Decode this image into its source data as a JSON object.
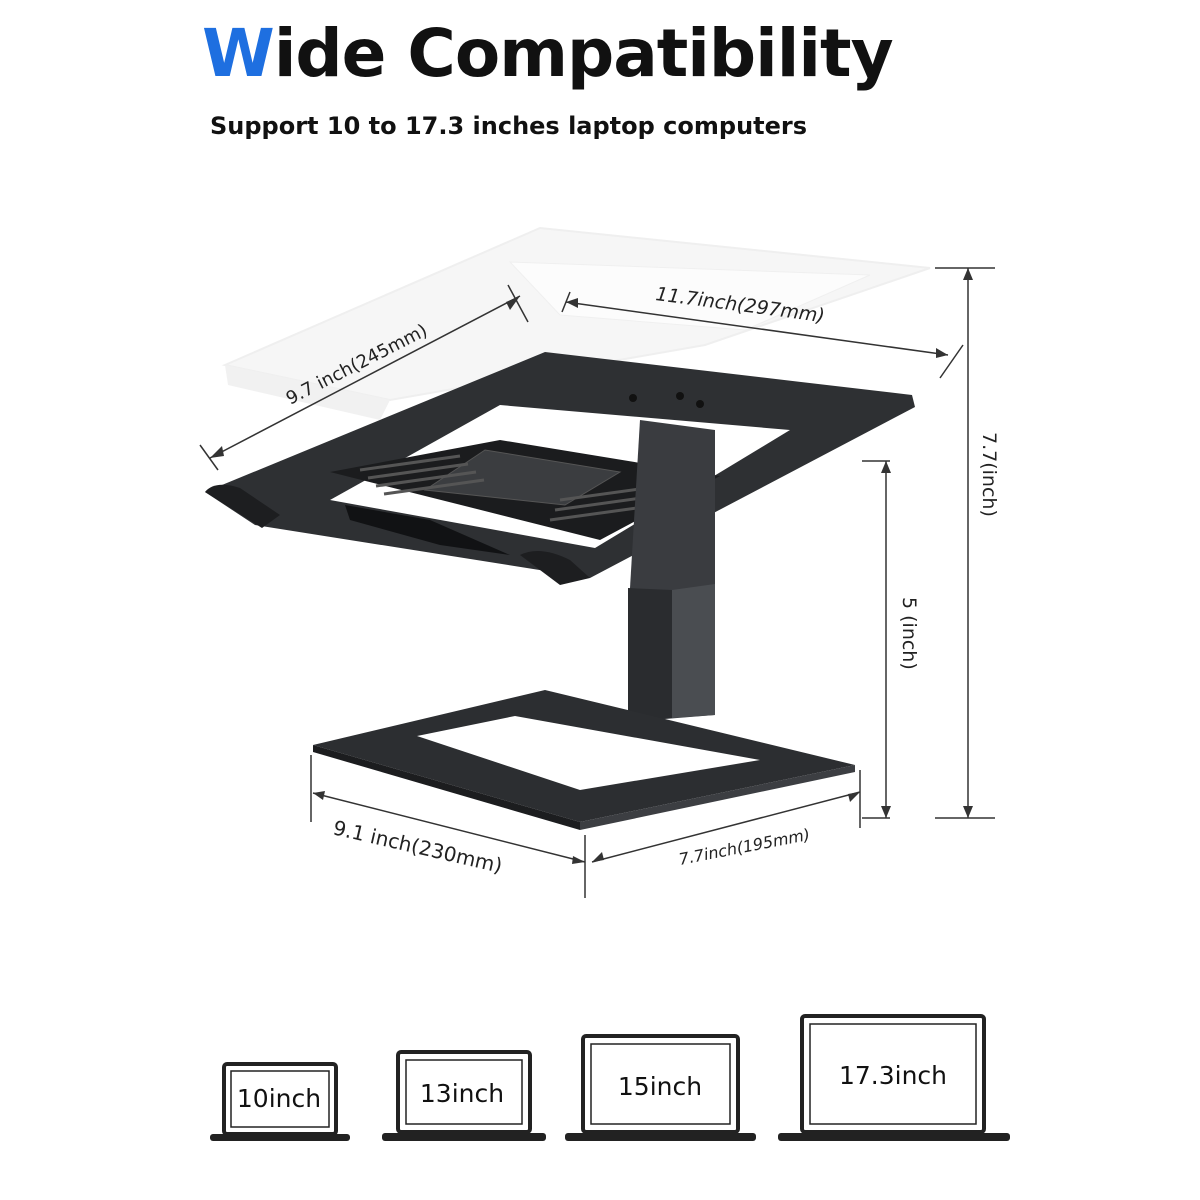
{
  "heading": {
    "first_letter": "W",
    "rest": "ide Compatibility",
    "accent_color": "#1e6fe0"
  },
  "subtitle": "Support 10 to 17.3 inches laptop computers",
  "dimensions": {
    "panel_depth": "9.7 inch(245mm)",
    "panel_width": "11.7inch(297mm)",
    "max_height": "7.7(inch)",
    "min_height": "5 (inch)",
    "base_width": "9.1 inch(230mm)",
    "base_depth": "7.7inch(195mm)"
  },
  "laptops": [
    {
      "label": "10inch"
    },
    {
      "label": "13inch"
    },
    {
      "label": "15inch"
    },
    {
      "label": "17.3inch"
    }
  ],
  "colors": {
    "stand": "#2b2d30",
    "stand_dark": "#1a1b1d",
    "ghost": "#ececec",
    "dim_line": "#333333"
  }
}
